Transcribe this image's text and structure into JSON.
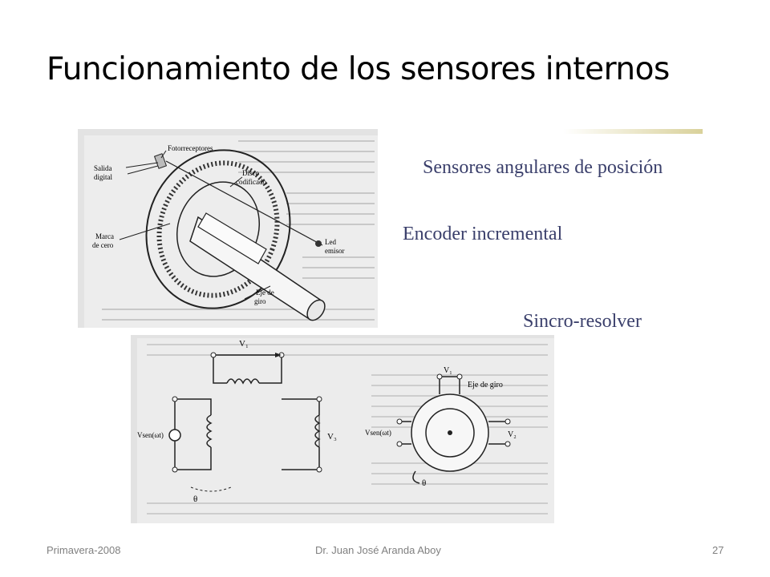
{
  "slide": {
    "title": "Funcionamiento de los sensores internos"
  },
  "headings": {
    "angular": "Sensores angulares de posición",
    "encoder": "Encoder incremental",
    "sincro": "Sincro-resolver"
  },
  "encoder_figure": {
    "fotorreceptores": "Fotorreceptores",
    "salida_1": "Salida",
    "salida_2": "digital",
    "disco_1": "Disco",
    "disco_2": "codificado",
    "marca_1": "Marca",
    "marca_2": "de cero",
    "led_1": "Led",
    "led_2": "emisor",
    "eje_1": "Eje de",
    "eje_2": "giro"
  },
  "resolver_figure": {
    "v1_left": "V₁",
    "v3": "V₃",
    "vsen_left": "Vsen(ωt)",
    "theta_left": "θ",
    "v1_right": "V₁",
    "eje_giro": "Eje de giro",
    "vsen_right": "Vsen(ωt)",
    "v2": "V₂",
    "theta_right": "θ"
  },
  "footer": {
    "left": "Primavera-2008",
    "center": "Dr. Juan José Aranda Aboy",
    "page": "27"
  },
  "colors": {
    "heading_text": "#3a3f6b",
    "accent_bar": "#d9d19a",
    "footer_text": "#808080"
  }
}
